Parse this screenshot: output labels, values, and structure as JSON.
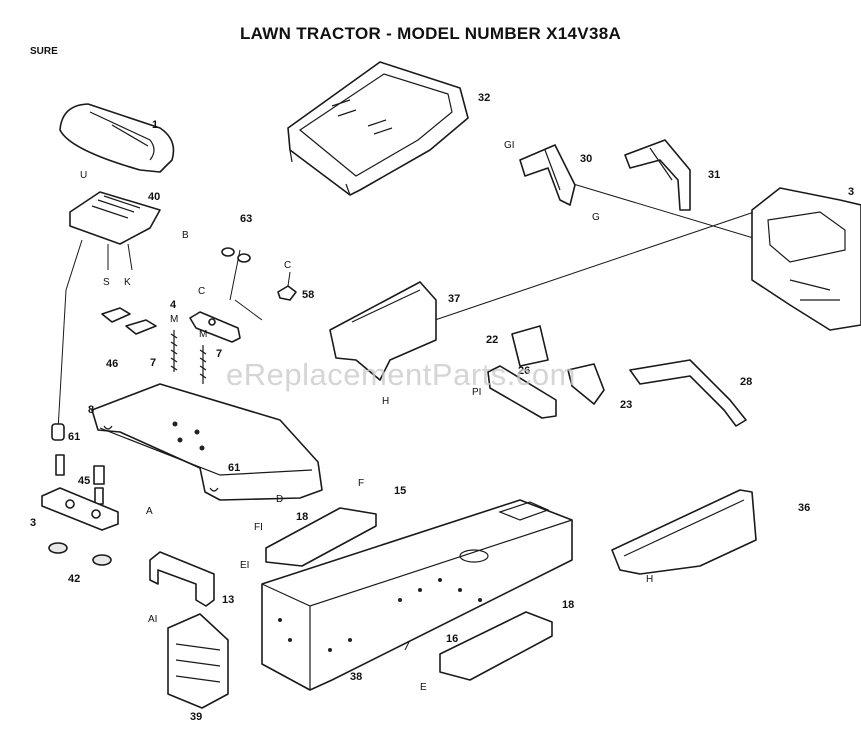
{
  "header": {
    "title": "LAWN TRACTOR - MODEL NUMBER X14V38A",
    "figure_label": "SURE"
  },
  "watermark": "eReplacementParts.com",
  "callouts": {
    "p1": "1",
    "p32": "32",
    "p30": "30",
    "p31": "31",
    "p3x": "3",
    "p40": "40",
    "p63": "63",
    "p58": "58",
    "p4": "4",
    "p37": "37",
    "p46": "46",
    "p7a": "7",
    "p7b": "7",
    "p8": "8",
    "p61a": "61",
    "p61b": "61",
    "p45": "45",
    "p3": "3",
    "p42": "42",
    "p13": "13",
    "p39": "39",
    "p22": "22",
    "p26": "26",
    "p23": "23",
    "p28": "28",
    "p15": "15",
    "p18a": "18",
    "p18b": "18",
    "p16": "16",
    "p38": "38",
    "p36": "36"
  },
  "letters": {
    "U": "U",
    "S": "S",
    "K": "K",
    "B": "B",
    "C1": "C",
    "C2": "C",
    "M1": "M",
    "M2": "M",
    "D": "D",
    "H1": "H",
    "H2": "H",
    "G": "G",
    "GI": "GI",
    "PI": "PI",
    "A": "A",
    "AI": "AI",
    "F": "F",
    "FI": "FI",
    "E": "E",
    "EI": "EI"
  }
}
